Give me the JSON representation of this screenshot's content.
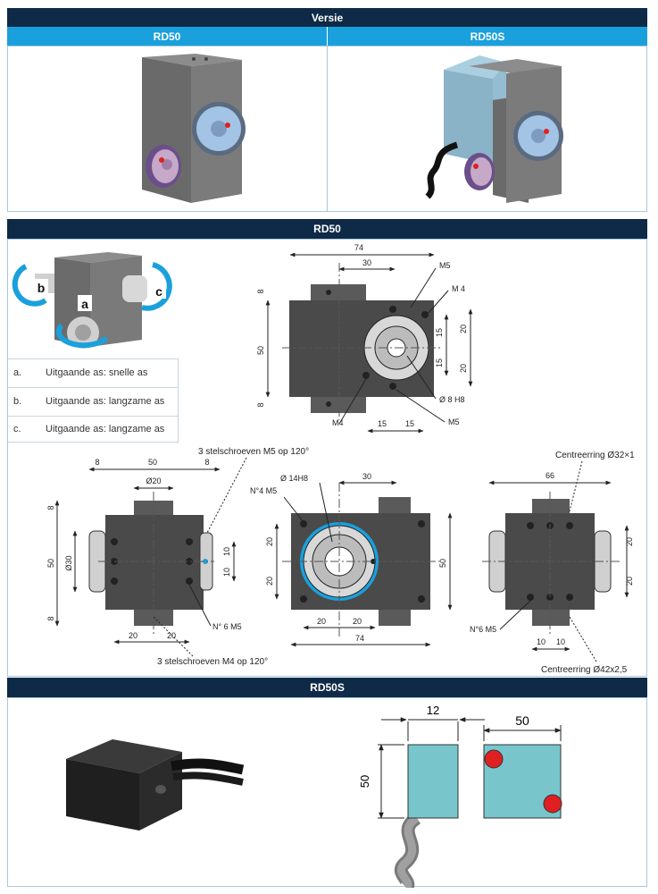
{
  "header": {
    "versie": "Versie"
  },
  "versions": [
    {
      "label": "RD50"
    },
    {
      "label": "RD50S"
    }
  ],
  "section_rd50": {
    "title": "RD50"
  },
  "section_rd50s": {
    "title": "RD50S"
  },
  "axes_legend": {
    "tags": [
      "a",
      "b",
      "c"
    ],
    "items": [
      {
        "key": "a.",
        "text": "Uitgaande as: snelle as"
      },
      {
        "key": "b.",
        "text": "Uitgaande as: langzame as"
      },
      {
        "key": "c.",
        "text": "Uitgaande as: langzame as"
      }
    ]
  },
  "drawing_top": {
    "dim_74": "74",
    "dim_30": "30",
    "dim_8a": "8",
    "dim_8b": "8",
    "dim_50": "50",
    "dim_20a": "20",
    "dim_20b": "20",
    "dim_15a": "15",
    "dim_15b": "15",
    "dim_15c": "15",
    "dim_15d": "15",
    "m5_top": "M5",
    "m4_top": "M 4",
    "m4_bot": "M4",
    "m5_bot": "M5",
    "dia_8h8": "Ø 8 H8"
  },
  "drawing_left": {
    "dim_8a": "8",
    "dim_50": "50",
    "dim_8b": "8",
    "dia_20": "Ø20",
    "dim_8c": "8",
    "dim_50v": "50",
    "dim_8d": "8",
    "dia_30": "Ø30",
    "dim_10a": "10",
    "dim_10b": "10",
    "dim_20a": "20",
    "dim_20b": "20",
    "screws_m5": "3 stelschroeven M5 op 120°",
    "n6_m5": "N° 6 M5",
    "screws_m4": "3 stelschroeven M4 op 120°"
  },
  "drawing_mid": {
    "dia_14h8": "Ø 14H8",
    "dim_30": "30",
    "n4_m5": "N°4  M5",
    "dim_20a": "20",
    "dim_20b": "20",
    "dim_50": "50",
    "dim_20c": "20",
    "dim_20d": "20",
    "dim_74": "74"
  },
  "drawing_right": {
    "centreer_top": "Centreerring Ø32×1",
    "dim_66": "66",
    "dim_20a": "20",
    "dim_20b": "20",
    "n6_m5": "N°6 M5",
    "dim_10a": "10",
    "dim_10b": "10",
    "centreer_bot": "Centreerring Ø42x2,5"
  },
  "drawing_rd50s": {
    "dim_12": "12",
    "dim_50h": "50",
    "dim_50v": "50"
  },
  "colors": {
    "navy": "#0e2a47",
    "blue": "#1aa0dc",
    "teal": "#78c6cc",
    "red": "#e02020"
  }
}
